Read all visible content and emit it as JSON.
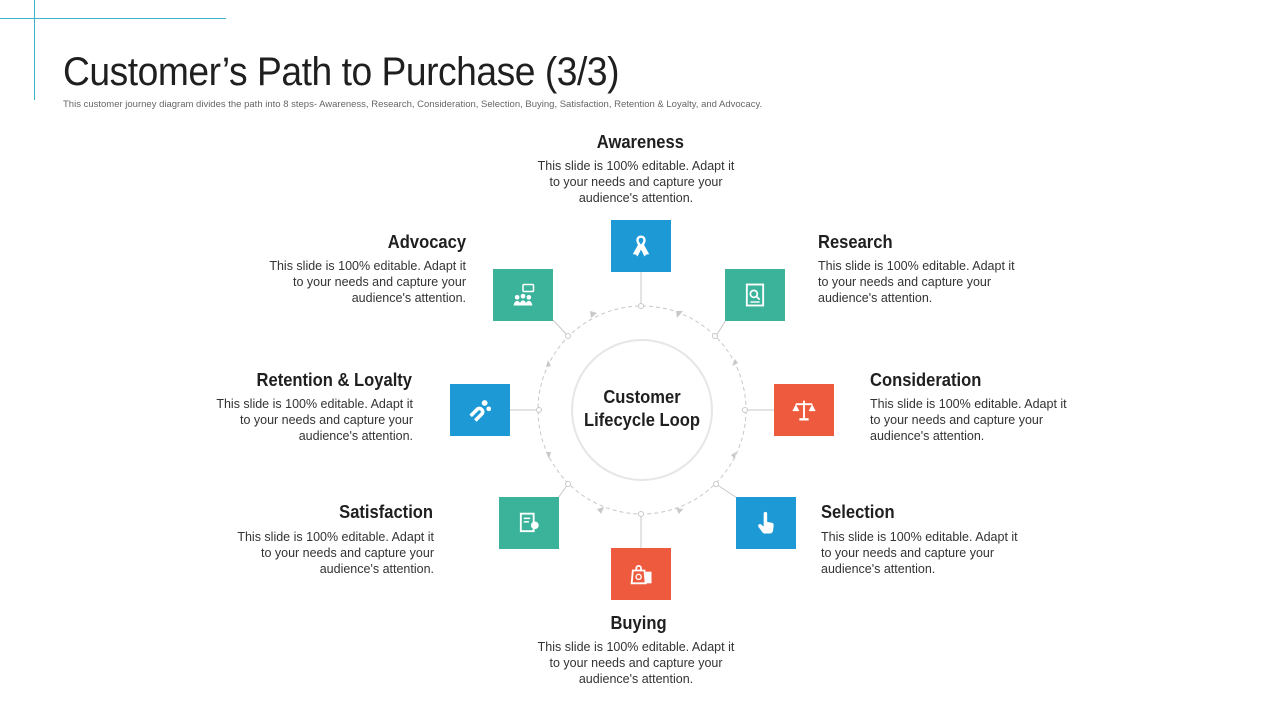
{
  "page": {
    "title": "Customer’s Path to Purchase (3/3)",
    "subtitle": "This customer journey diagram divides the path into 8 steps- Awareness, Research, Consideration, Selection, Buying, Satisfaction, Retention & Loyalty, and Advocacy."
  },
  "center": {
    "line1": "Customer",
    "line2": "Lifecycle Loop"
  },
  "colors": {
    "teal": "#3bb39b",
    "blue": "#1d9ad6",
    "red": "#ee5a3d",
    "accent_line": "#3fb3c4"
  },
  "steps": [
    {
      "title": "Awareness",
      "desc": "This slide is 100% editable. Adapt it to your needs and capture your audience's attention.",
      "icon": "ribbon-icon",
      "color": "blue"
    },
    {
      "title": "Research",
      "desc": "This slide is 100% editable. Adapt it to your needs and capture your audience's attention.",
      "icon": "document-search-icon",
      "color": "teal"
    },
    {
      "title": "Consideration",
      "desc": "This slide is 100% editable. Adapt it to your needs and capture your audience's attention.",
      "icon": "scales-icon",
      "color": "red"
    },
    {
      "title": "Selection",
      "desc": "This slide is 100% editable. Adapt it to your needs and capture your audience's attention.",
      "icon": "hand-pointer-icon",
      "color": "blue"
    },
    {
      "title": "Buying",
      "desc": "This slide is 100% editable. Adapt it to your needs and capture your audience's attention.",
      "icon": "shopping-bag-icon",
      "color": "red"
    },
    {
      "title": "Satisfaction",
      "desc": "This slide is 100% editable. Adapt it to your needs and capture your audience's attention.",
      "icon": "feedback-form-icon",
      "color": "teal"
    },
    {
      "title": "Retention & Loyalty",
      "desc": "This slide is 100% editable. Adapt it to your needs and capture your audience's attention.",
      "icon": "magnet-icon",
      "color": "blue"
    },
    {
      "title": "Advocacy",
      "desc": "This slide is 100% editable. Adapt it to your needs and capture your audience's attention.",
      "icon": "group-chat-icon",
      "color": "teal"
    }
  ]
}
